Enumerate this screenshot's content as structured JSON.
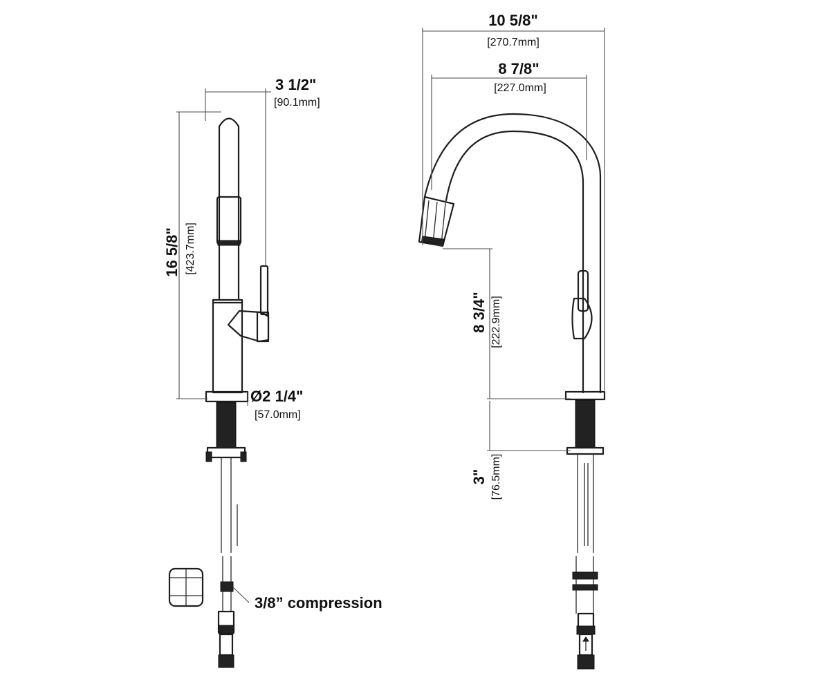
{
  "side_view": {
    "spout_projection": {
      "imperial": "3 1/2\"",
      "metric": "[90.1mm]"
    },
    "total_height": {
      "imperial": "16 5/8\"",
      "metric": "[423.7mm]"
    },
    "base_diameter": {
      "imperial": "Ø2 1/4\"",
      "metric": "[57.0mm]"
    },
    "connection_note": "3/8” compression"
  },
  "front_view": {
    "overall_reach": {
      "imperial": "10 5/8\"",
      "metric": "[270.7mm]"
    },
    "spout_reach": {
      "imperial": "8 7/8\"",
      "metric": "[227.0mm]"
    },
    "spout_clearance": {
      "imperial": "8 3/4\"",
      "metric": "[222.9mm]"
    },
    "max_deck_thickness": {
      "imperial": "3\"",
      "metric": "[76.5mm]"
    }
  }
}
